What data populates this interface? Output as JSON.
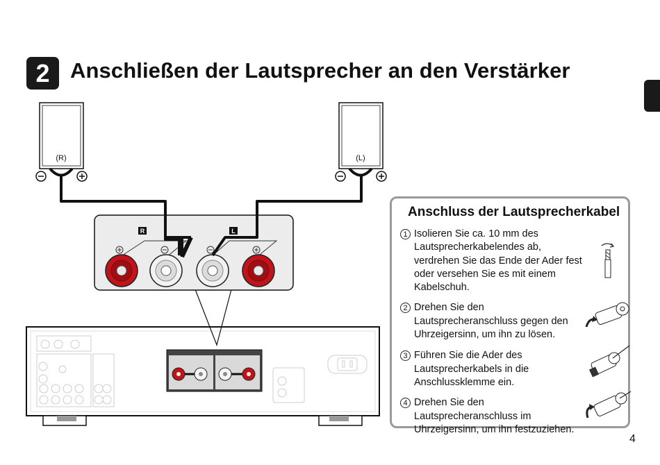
{
  "header": {
    "step_number": "2",
    "title": "Anschließen der Lautsprecher an den Verstärker"
  },
  "diagram": {
    "speaker_right_label": "(R)",
    "speaker_left_label": "(L)",
    "channel_right_label": "R",
    "channel_left_label": "L"
  },
  "info_box": {
    "title": "Anschluss der Lautsprecherkabel",
    "steps": [
      {
        "number": "1",
        "text": "Isolieren Sie ca. 10 mm des Lautsprecherkabelendes ab, verdrehen Sie das Ende der Ader fest oder versehen Sie es mit einem Kabelschuh."
      },
      {
        "number": "2",
        "text": "Drehen Sie den Lautsprecheranschluss gegen den Uhrzeigersinn, um ihn zu lösen."
      },
      {
        "number": "3",
        "text": "Führen Sie die Ader des Lautsprecherkabels in die Anschlussklemme ein."
      },
      {
        "number": "4",
        "text": "Drehen Sie den Lautsprecheranschluss im Uhrzeigersinn, um ihn festzuziehen."
      }
    ]
  },
  "footer": {
    "page_number": "4"
  },
  "colors": {
    "badge": "#1a1a1a",
    "terminal_red": "#c0141a",
    "box_border": "#9a9a9a"
  },
  "icons": [
    "minus-circle-icon",
    "plus-circle-icon",
    "speaker-terminal-icon",
    "rotate-arrow-icon",
    "screwdriver-icon"
  ]
}
